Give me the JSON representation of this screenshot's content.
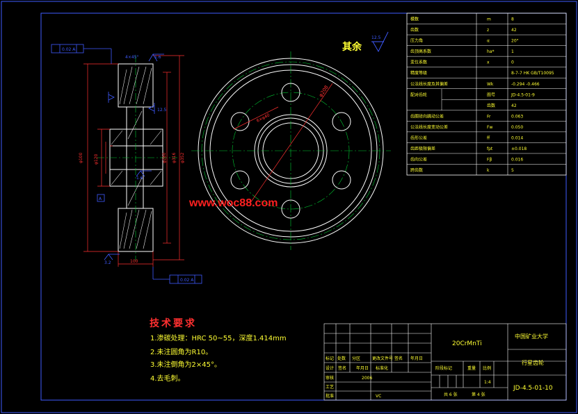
{
  "sheet": {
    "colors": {
      "background": "#000000",
      "frame": "#3f5bff",
      "outline": "#ffffff",
      "centerline": "#00cc33",
      "dimension": "#ff3030",
      "annotation": "#3f5bff",
      "text": "#ffff33",
      "watermark": "#ff2020"
    }
  },
  "roughness": {
    "surface_label": "其余",
    "surface_value": "12.5"
  },
  "watermark": "www.woc88.com",
  "section_view": {
    "top_frame": "0.02 A",
    "bottom_frame": "0.02 A",
    "chamfer_top": "4×45°",
    "rough_top": "1.6",
    "rough_side": "12.5",
    "rough_mid": "1.6",
    "datum": "A",
    "width_dim": "100",
    "dim_bore": "φ100",
    "dim_hub": "φ120",
    "dim_inner": "φ280",
    "dim_root": "φ316",
    "dim_tip": "φ352",
    "rough_bottom": "3.2"
  },
  "front_view": {
    "holes_label": "6×φ40",
    "pcd_label": "φ208"
  },
  "params_table": {
    "rows": [
      {
        "name": "模数",
        "sym": "m",
        "val": "8"
      },
      {
        "name": "齿数",
        "sym": "z",
        "val": "42"
      },
      {
        "name": "压力角",
        "sym": "α",
        "val": "20°"
      },
      {
        "name": "齿顶高系数",
        "sym": "ha*",
        "val": "1"
      },
      {
        "name": "变位系数",
        "sym": "x",
        "val": "0"
      },
      {
        "name": "精度等级",
        "sym": "",
        "val": "8-7-7 HK GB/T10095"
      },
      {
        "name": "公法线长度及其偏差",
        "sym": "Wk",
        "val": "-0.294 -0.466"
      },
      {
        "name": "配对齿轮",
        "sym": "图号",
        "val": "JD-4.5-01-9"
      },
      {
        "name": "",
        "sym": "齿数",
        "val": "42"
      },
      {
        "name": "齿圈径向跳动公差",
        "sym": "Fr",
        "val": "0.063"
      },
      {
        "name": "公法线长度变动公差",
        "sym": "Fw",
        "val": "0.050"
      },
      {
        "name": "齿形公差",
        "sym": "ff",
        "val": "0.014"
      },
      {
        "name": "齿距极限偏差",
        "sym": "fpt",
        "val": "±0.018"
      },
      {
        "name": "齿向公差",
        "sym": "Fβ",
        "val": "0.016"
      },
      {
        "name": "跨齿数",
        "sym": "k",
        "val": "5"
      }
    ]
  },
  "tech_req": {
    "title": "技术要求",
    "items": [
      "1.渗碳处理：HRC 50~55，深度1.414mm",
      "2.未注圆角为R10。",
      "3.未注倒角为2×45°。",
      "4.去毛刺。"
    ]
  },
  "title_block": {
    "material": "20CrMnTi",
    "school": "中国矿业大学",
    "part_name": "行星齿轮",
    "drawing_no": "JD-4.5-01-10",
    "label_stage": "阶段标记",
    "label_weight": "重量",
    "label_scale": "比例",
    "scale_value": "1:4",
    "sheets_total": "共 6 张",
    "sheet_no": "第 4 张",
    "row_labels": [
      "标记",
      "处数",
      "分区",
      "更改文件号",
      "签名",
      "年月日"
    ],
    "designer_label": "设计",
    "std_label": "标准化",
    "checker_label": "审核",
    "craft_label": "工艺",
    "approve_label": "批准",
    "signature_label": "签名",
    "date_label": "年月日",
    "date_value": "2006",
    "vc_mark": "VC"
  }
}
